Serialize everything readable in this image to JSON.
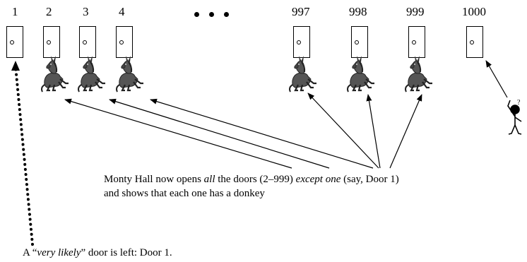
{
  "doors_left": [
    {
      "label": "1"
    },
    {
      "label": "2"
    },
    {
      "label": "3"
    },
    {
      "label": "4"
    }
  ],
  "doors_right": [
    {
      "label": "997"
    },
    {
      "label": "998"
    },
    {
      "label": "999"
    },
    {
      "label": "1000"
    }
  ],
  "ellipsis_count": 3,
  "caption_main": {
    "line1": {
      "a": "Monty Hall now opens ",
      "b": "all",
      "c": " the doors (2–999) ",
      "d": "except one",
      "e": " (say, Door 1)"
    },
    "line2": "and shows that each one has a donkey"
  },
  "caption_bottom": {
    "a": "A “",
    "b": "very likely",
    "c": "” door is left: Door 1."
  },
  "icons": {
    "donkey": "donkey-icon",
    "contestant": "thinking-person-icon",
    "door": "door-icon"
  },
  "colors": {
    "ink": "#000000",
    "donkey_body": "#555555",
    "donkey_dark": "#222222"
  }
}
